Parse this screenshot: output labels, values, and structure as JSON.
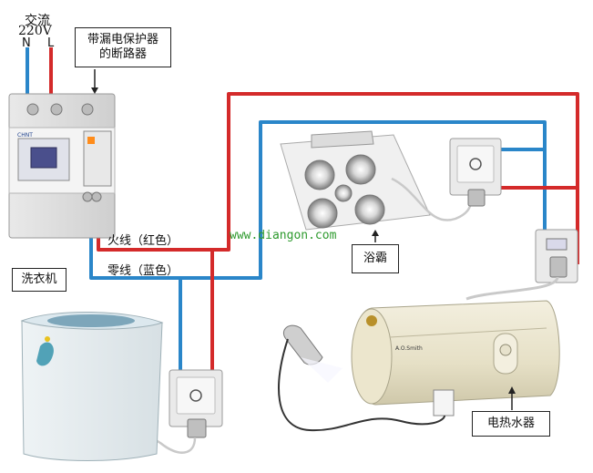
{
  "labels": {
    "ac": "交流",
    "voltage": "220V",
    "neutral_letter": "N",
    "live_letter": "L",
    "breaker": [
      "带漏电保护器",
      "的断路器"
    ],
    "live_wire": "火线（红色）",
    "neutral_wire": "零线（蓝色）",
    "washer": "洗衣机",
    "bath_heater": "浴霸",
    "water_heater": "电热水器",
    "watermark": "www.diangon.com",
    "breaker_brand": "CHNT",
    "heater_brand": "A.O.Smith"
  },
  "colors": {
    "live": "#d42a2a",
    "neutral": "#2a86c9",
    "device_cord": "#c9c9c9",
    "watermark": "#2e9a2e"
  }
}
